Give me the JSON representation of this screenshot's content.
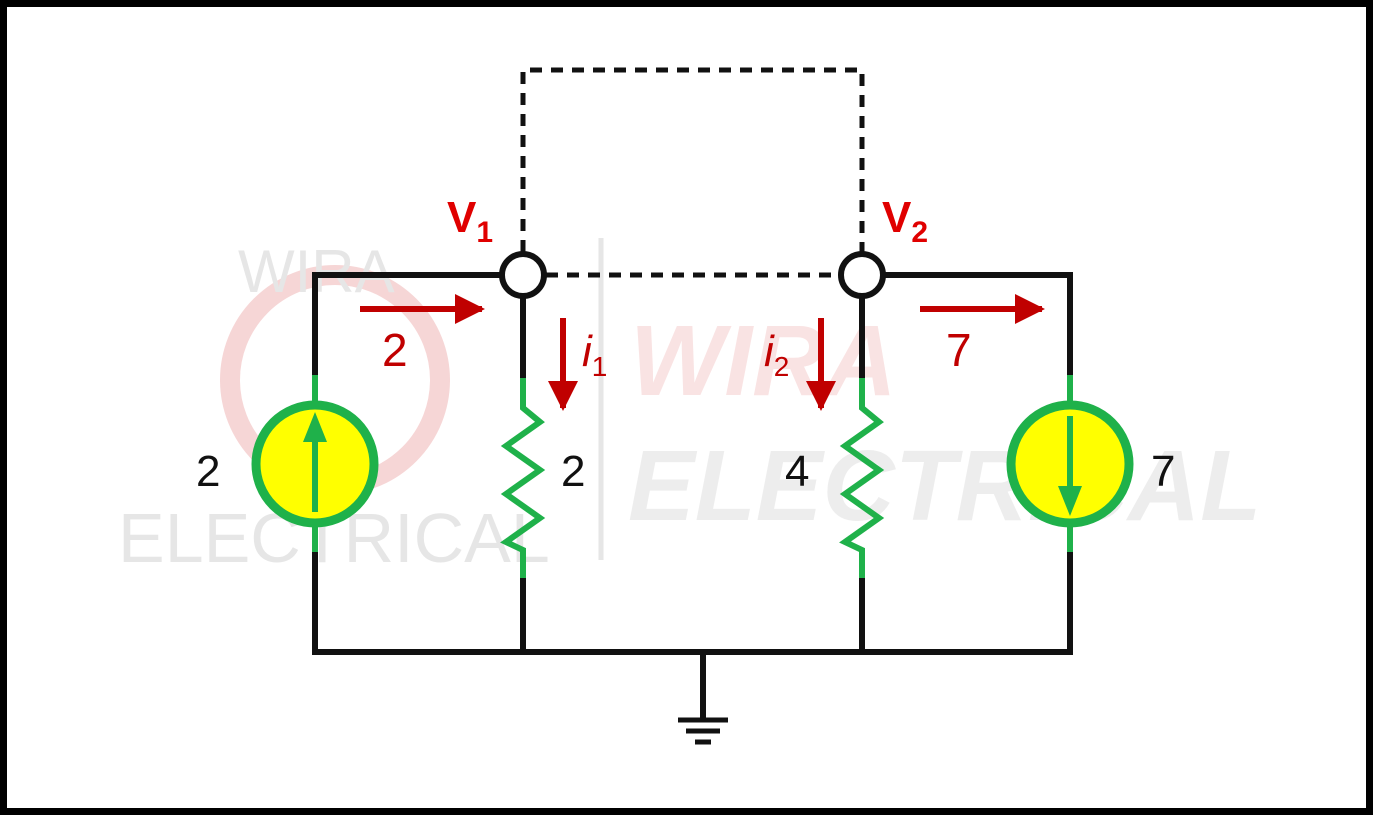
{
  "watermark": {
    "small_top": "WIRA",
    "small_bottom": "ELECTRICAL",
    "large_top": "WIRA",
    "large_bottom": "ELECTRICAL"
  },
  "nodes": {
    "v1": {
      "letter": "V",
      "sub": "1"
    },
    "v2": {
      "letter": "V",
      "sub": "2"
    }
  },
  "sources": {
    "left": {
      "value": "2",
      "current_label": "2",
      "direction": "up"
    },
    "right": {
      "value": "7",
      "current_label": "7",
      "direction": "down"
    }
  },
  "resistors": {
    "r1": {
      "value": "2",
      "current": {
        "letter": "i",
        "sub": "1"
      }
    },
    "r2": {
      "value": "4",
      "current": {
        "letter": "i",
        "sub": "2"
      }
    }
  },
  "colors": {
    "wire": "#111111",
    "component": "#1fb14a",
    "source_fill": "#ffff00",
    "current_arrow": "#c00000",
    "node_label": "#e00000"
  }
}
